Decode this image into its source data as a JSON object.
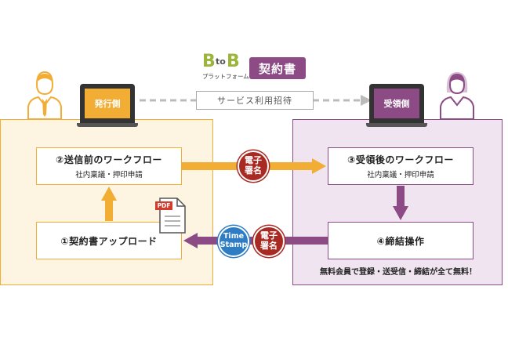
{
  "logo": {
    "b1": "B",
    "to": "to",
    "b2": "B",
    "platform": "プラットフォーム",
    "product": "契約書"
  },
  "issuer": {
    "label": "発行側"
  },
  "receiver": {
    "label": "受領側"
  },
  "invite": {
    "label": "サービス利用招待"
  },
  "steps": {
    "upload": {
      "title": "①契約書アップロード"
    },
    "pre_workflow": {
      "title": "②送信前のワークフロー",
      "sub": "社内稟議・押印申請"
    },
    "post_workflow": {
      "title": "③受領後のワークフロー",
      "sub": "社内稟議・押印申請"
    },
    "conclude": {
      "title": "④締結操作"
    }
  },
  "badges": {
    "esign_top": {
      "line1": "電子",
      "line2": "署名"
    },
    "esign_bottom": {
      "line1": "電子",
      "line2": "署名"
    },
    "timestamp": {
      "line1": "Time",
      "line2": "Stamp"
    }
  },
  "pdf": {
    "label": "PDF"
  },
  "footer_note": "無料会員で登録・送受信・締結が全て無料！",
  "colors": {
    "orange": "#f2ad35",
    "purple": "#8d4b86",
    "red": "#a82a23",
    "blue": "#2d7cc4",
    "laptop": "#333333"
  }
}
